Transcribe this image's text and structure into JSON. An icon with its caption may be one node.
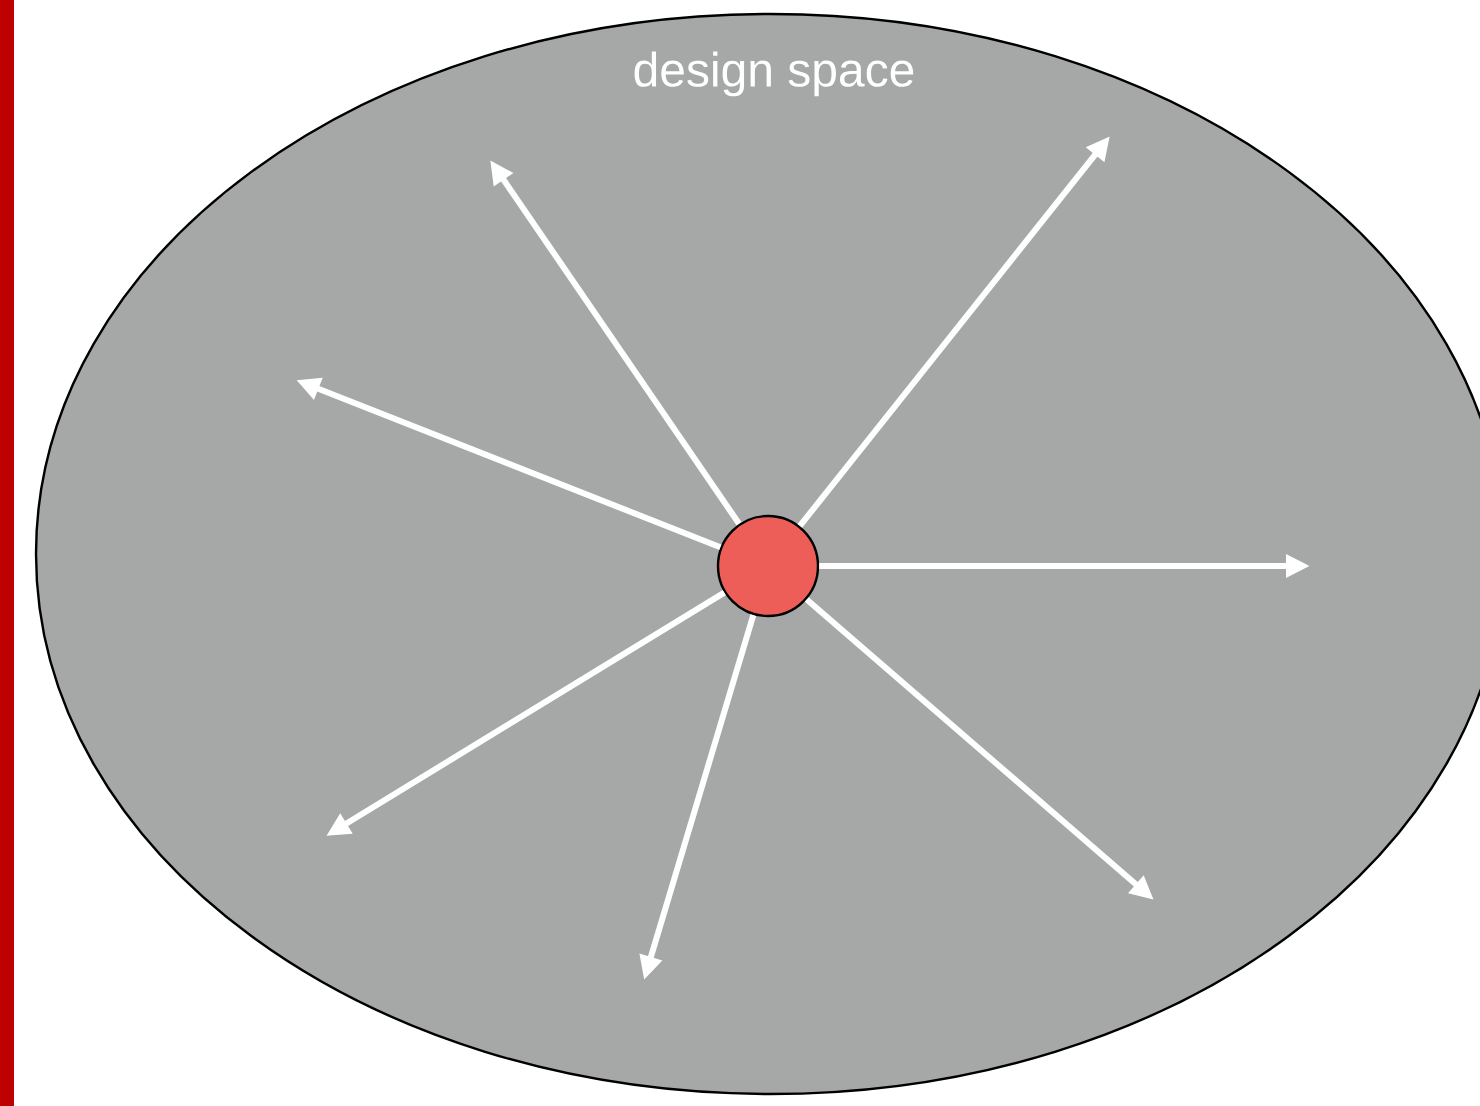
{
  "diagram": {
    "nodes": [
      {
        "text": [
          "design space"
        ]
      },
      {
        "text": [],
        "shape": "circle",
        "in": 0
      }
    ],
    "edges": [
      {
        "from": 1,
        "to": null,
        "arrow": "to"
      },
      {
        "from": 1,
        "to": null,
        "arrow": "to"
      },
      {
        "from": 1,
        "to": null,
        "arrow": "to"
      },
      {
        "from": 1,
        "to": null,
        "arrow": "to"
      },
      {
        "from": 1,
        "to": null,
        "arrow": "to"
      },
      {
        "from": 1,
        "to": null,
        "arrow": "to"
      },
      {
        "from": 1,
        "to": null,
        "arrow": "to"
      }
    ]
  }
}
